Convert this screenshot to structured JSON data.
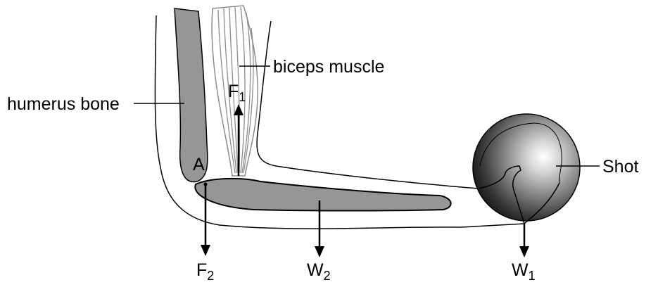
{
  "labels": {
    "biceps": "biceps muscle",
    "humerus": "humerus bone",
    "shot": "Shot",
    "pivot": "A"
  },
  "forces": {
    "F1": {
      "symbol": "F",
      "subscript": "1"
    },
    "F2": {
      "symbol": "F",
      "subscript": "2"
    },
    "W2": {
      "symbol": "W",
      "subscript": "2"
    },
    "W1": {
      "symbol": "W",
      "subscript": "1"
    }
  },
  "colors": {
    "bone": "#969696",
    "outline": "#000000",
    "muscle_lines": "#8c8c8c",
    "background": "#ffffff"
  }
}
